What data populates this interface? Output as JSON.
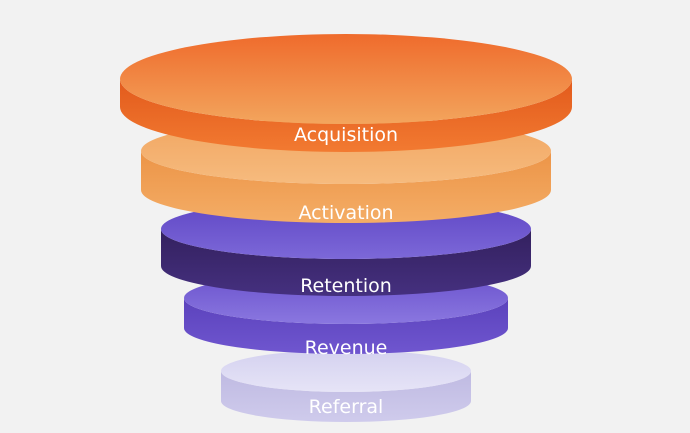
{
  "funnel": {
    "layers": [
      {
        "label": "Acquisition",
        "colors": {
          "top_light": "#f3a55d",
          "top_dark": "#ef6b2c",
          "side_light": "#f27a31",
          "side_dark": "#e25a1c"
        }
      },
      {
        "label": "Activation",
        "colors": {
          "top_light": "#f6bb7e",
          "top_dark": "#f1a560",
          "side_light": "#f4ad66",
          "side_dark": "#ec9447"
        }
      },
      {
        "label": "Retention",
        "colors": {
          "top_light": "#7c68d8",
          "top_dark": "#5e45c4",
          "side_light": "#45307f",
          "side_dark": "#33205e"
        }
      },
      {
        "label": "Revenue",
        "colors": {
          "top_light": "#8a77e0",
          "top_dark": "#6a52cc",
          "side_light": "#6f56cf",
          "side_dark": "#5b42bc"
        }
      },
      {
        "label": "Referral",
        "colors": {
          "top_light": "#e6e4f7",
          "top_dark": "#d4d1ef",
          "side_light": "#cfcbec",
          "side_dark": "#bfbae2"
        }
      }
    ]
  }
}
